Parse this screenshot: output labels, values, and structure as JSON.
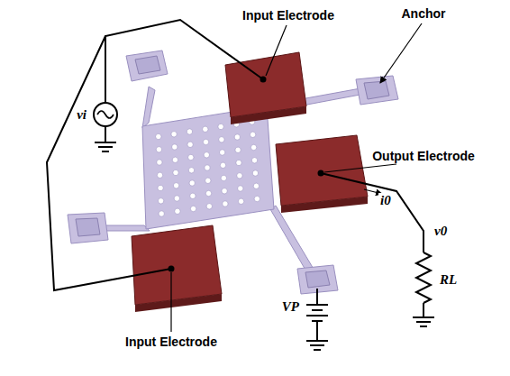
{
  "diagram": {
    "labels": [
      "Input Electrode",
      "Anchor",
      "vi",
      "Output Electrode",
      "v0",
      "i0",
      "RL",
      "Input Electrode",
      "VP"
    ]
  }
}
